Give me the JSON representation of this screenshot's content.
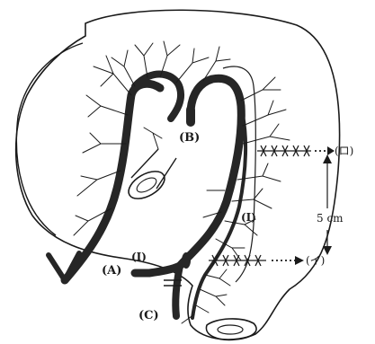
{
  "figure": {
    "ink_color": "#1a1a1a",
    "vessel_color": "#262626",
    "background": "#ffffff",
    "labels": {
      "A": "(A)",
      "B": "(B)",
      "C": "(C)",
      "I_upper": "(I)",
      "I_lower": "(I)",
      "ro": "(ロ)",
      "i": "(イ)",
      "distance": "5 cm"
    }
  }
}
